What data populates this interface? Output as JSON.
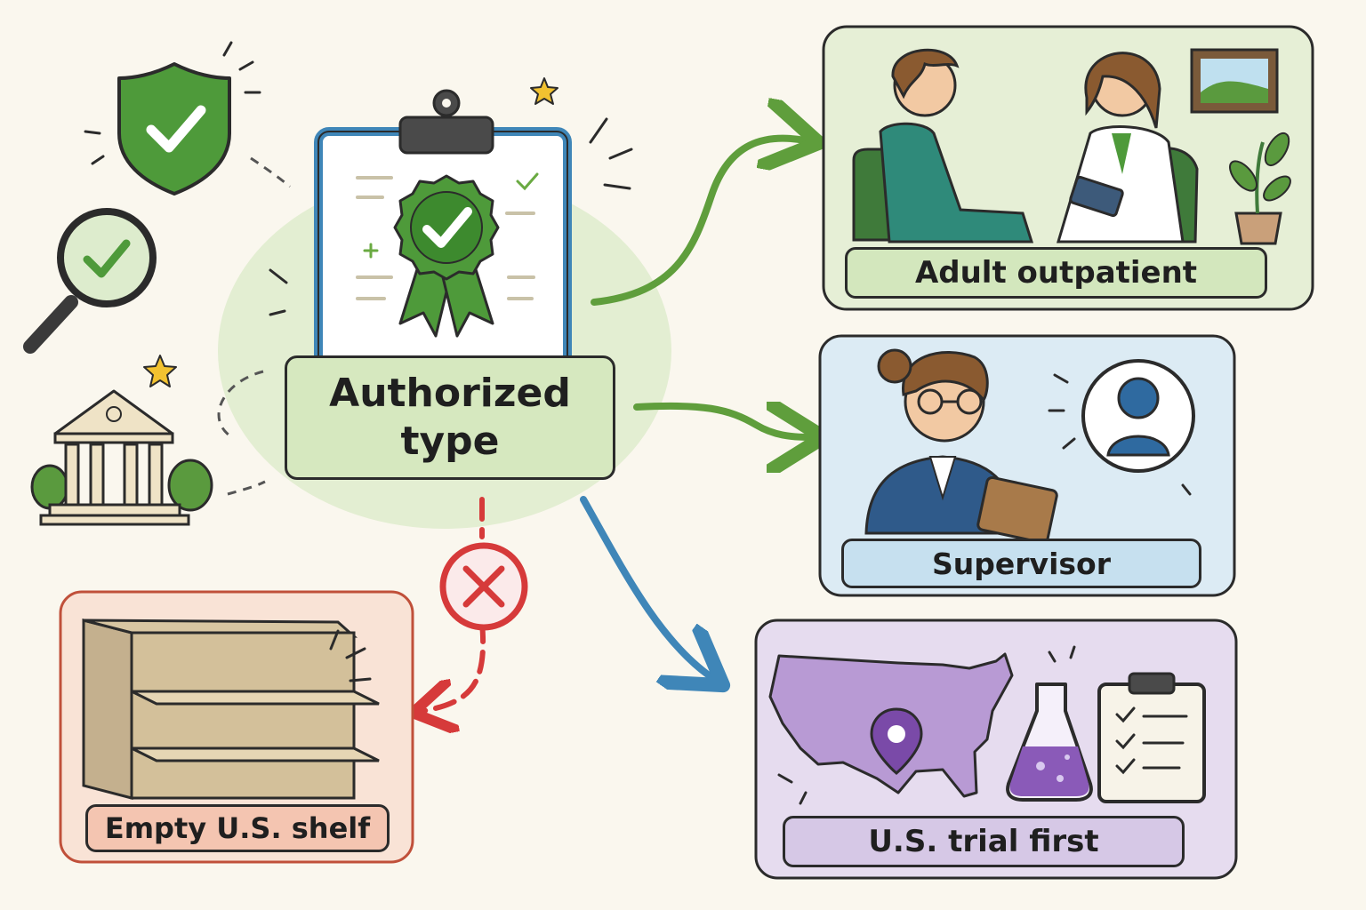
{
  "center": {
    "label": "Authorized type"
  },
  "outcomes": [
    {
      "id": "adult",
      "label": "Adult outpatient"
    },
    {
      "id": "supervisor",
      "label": "Supervisor"
    },
    {
      "id": "trial",
      "label": "U.S. trial first"
    },
    {
      "id": "shelf",
      "label": "Empty U.S. shelf"
    }
  ],
  "colors": {
    "green": "#5f9e3c",
    "blue": "#3f86b8",
    "red": "#d63a3a",
    "purple": "#8a6bb3"
  },
  "icons": [
    "shield-check-icon",
    "magnifier-check-icon",
    "courthouse-icon",
    "clipboard-icon",
    "ribbon-award-icon",
    "x-circle-icon"
  ]
}
